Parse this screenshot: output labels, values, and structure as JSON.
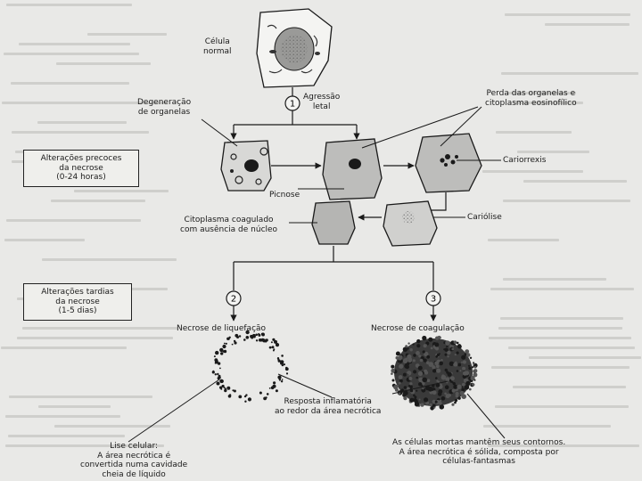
{
  "labels": {
    "normal_cell": "Célula\nnormal",
    "injury": "Agressão\nletal",
    "organelle_degeneration": "Degeneração\nde organelas",
    "organelle_loss": "Perda das organelas e\ncitoplasma eosinofílico",
    "early_changes": "Alterações precoces\nda necrose\n(0-24 horas)",
    "karyorrhexis": "Cariorrexis",
    "pyknosis": "Picnose",
    "coagulated_cytoplasm": "Citoplasma coagulado\ncom ausência de núcleo",
    "karyolysis": "Cariólise",
    "late_changes": "Alterações tardias\nda necrose\n(1-5 dias)",
    "liquefactive": "Necrose de liquefação",
    "coagulative": "Necrose de coagulação",
    "inflammatory": "Resposta inflamatória\nao redor da área necrótica",
    "lysis": "Lise celular:\nA área necrótica é\nconvertida numa cavidade\ncheia de líquido",
    "dead_cells": "As células mortas mantêm seus contornos.\nA área necrótica é sólida, composta por\ncélulas-fantasmas"
  },
  "step_numbers": [
    "1",
    "2",
    "3"
  ],
  "colors": {
    "ink": "#1a1a1a",
    "cell_fill": "#bdbdbb",
    "paper": "#e9e9e7"
  }
}
